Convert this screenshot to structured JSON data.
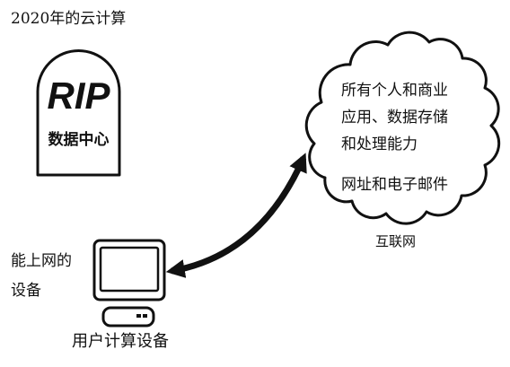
{
  "title": "2020年的云计算",
  "data_center": {
    "headline": "RIP",
    "label": "数据中心"
  },
  "internet": {
    "description_lines": [
      "所有个人和商业",
      "应用、数据存储",
      "和处理能力"
    ],
    "services": "网址和电子邮件",
    "label": "互联网"
  },
  "user_device": {
    "side_label_lines": [
      "能上网的",
      "设备"
    ],
    "label": "用户计算设备"
  },
  "icons": {
    "data_center": "tombstone-icon",
    "internet": "cloud-icon",
    "connection": "double-headed-arrow-icon",
    "device_screen": "monitor-icon",
    "device_base": "keyboard-icon"
  },
  "colors": {
    "ink": "#111111",
    "background": "#ffffff"
  }
}
